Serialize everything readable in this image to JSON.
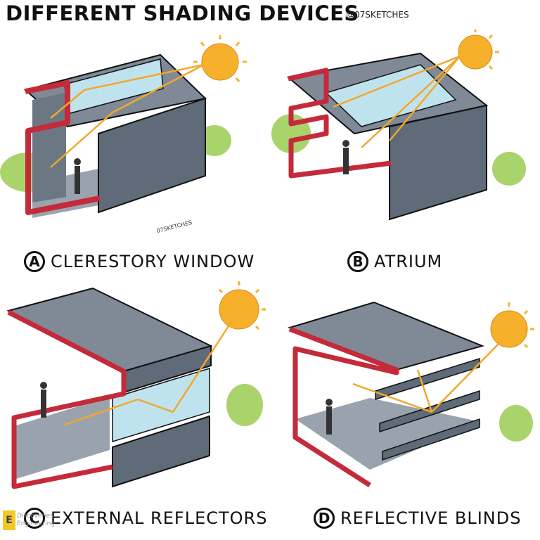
{
  "title": "DIFFERENT SHADING DEVICES",
  "handle": "@07SKETCHES",
  "signature": "07SKETCHES",
  "panels": [
    {
      "letter": "A",
      "label": "CLERESTORY WINDOW"
    },
    {
      "letter": "B",
      "label": "ATRIUM"
    },
    {
      "letter": "C",
      "label": "EXTERNAL REFLECTORS"
    },
    {
      "letter": "D",
      "label": "REFLECTIVE BLINDS"
    }
  ],
  "watermark": {
    "logo": "E",
    "line1": "Discoveries",
    "line2": "Engineering"
  },
  "colors": {
    "wall": "#5f6b78",
    "roof": "#7f8a96",
    "section_cut": "#c42a3a",
    "sun": "#f6b02c",
    "light_ray": "#f2a72b",
    "glass": "#bfe3ee",
    "grass": "#a9d36b"
  }
}
